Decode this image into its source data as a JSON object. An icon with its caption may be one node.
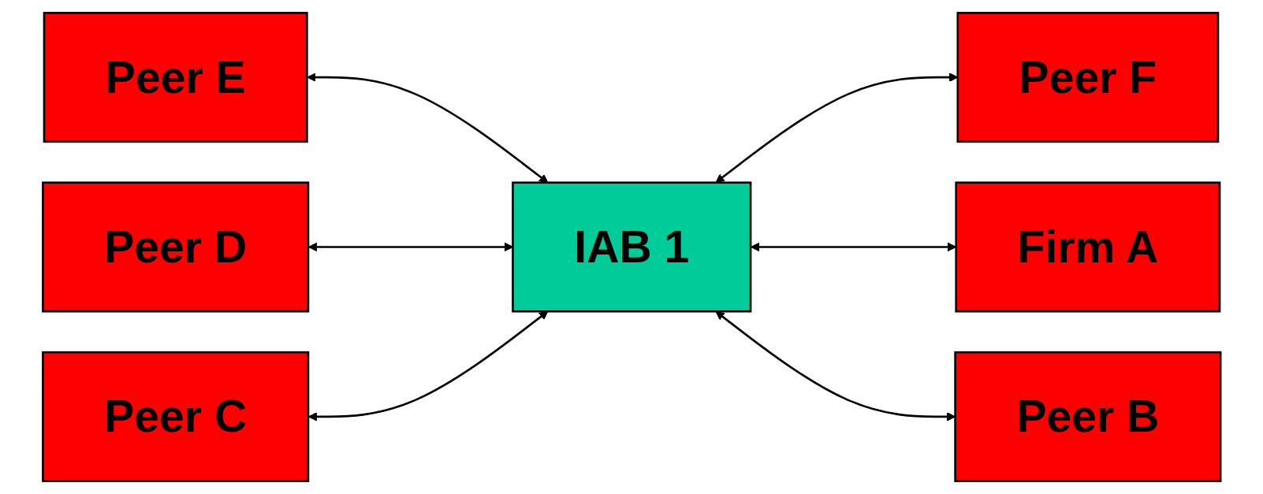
{
  "diagram": {
    "nodes": [
      {
        "text": [
          "Peer E"
        ]
      },
      {
        "text": [
          "Peer F"
        ]
      },
      {
        "text": [
          "Peer D"
        ]
      },
      {
        "text": [
          "IAB 1"
        ]
      },
      {
        "text": [
          "Firm A"
        ]
      },
      {
        "text": [
          "Peer C"
        ]
      },
      {
        "text": [
          "Peer B"
        ]
      }
    ],
    "edges": [
      {
        "from": 0,
        "to": 3,
        "arrow": "both"
      },
      {
        "from": 3,
        "to": 1,
        "arrow": "both"
      },
      {
        "from": 2,
        "to": 3,
        "arrow": "both"
      },
      {
        "from": 3,
        "to": 4,
        "arrow": "both"
      },
      {
        "from": 5,
        "to": 3,
        "arrow": "both"
      },
      {
        "from": 3,
        "to": 6,
        "arrow": "both"
      }
    ]
  }
}
